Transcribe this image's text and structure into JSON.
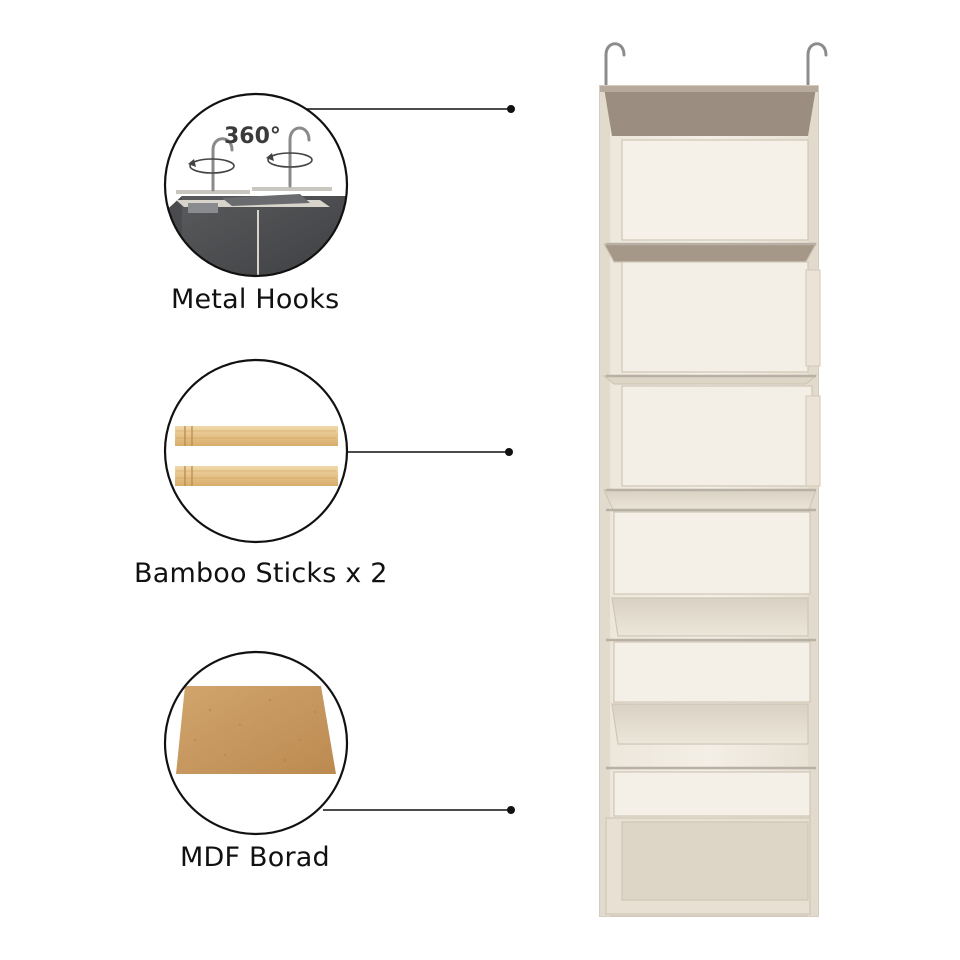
{
  "features": [
    {
      "label": "Metal Hooks",
      "icon": "hook-icon",
      "badge": "360°"
    },
    {
      "label": "Bamboo Sticks x 2",
      "icon": "bamboo-stick-icon"
    },
    {
      "label": "MDF Borad",
      "icon": "mdf-board-icon"
    }
  ],
  "colors": {
    "canvas": "#eee9df",
    "taupe": "#9b8e80",
    "bamboo": "#e6c38c",
    "mdf": "#c9985e",
    "callout_line": "#111111"
  }
}
